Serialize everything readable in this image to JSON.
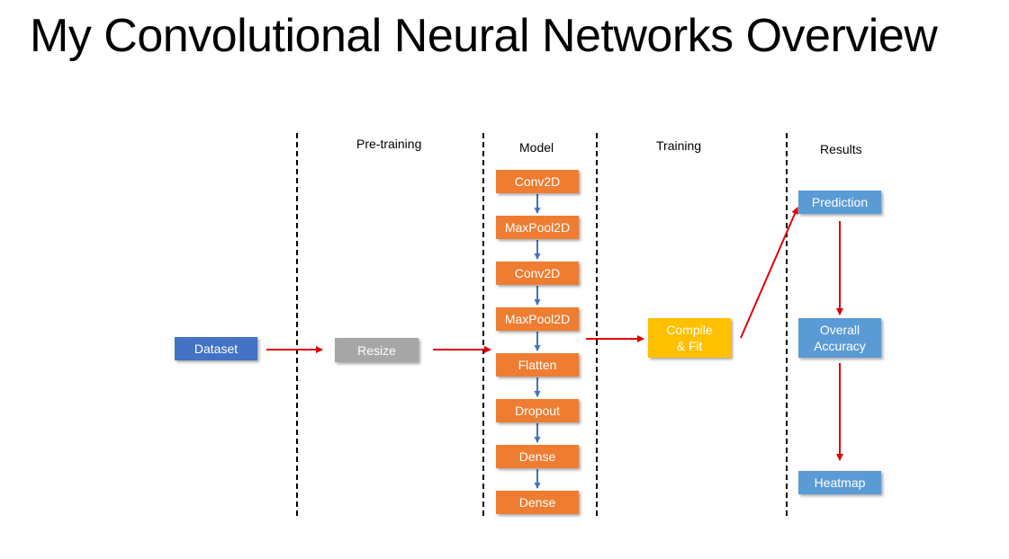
{
  "title": "My Convolutional Neural Networks Overview",
  "columns": {
    "pretraining": "Pre-training",
    "model": "Model",
    "training": "Training",
    "results": "Results"
  },
  "nodes": {
    "dataset": "Dataset",
    "resize": "Resize",
    "model_layers": [
      "Conv2D",
      "MaxPool2D",
      "Conv2D",
      "MaxPool2D",
      "Flatten",
      "Dropout",
      "Dense",
      "Dense"
    ],
    "compile_fit": "Compile & Fit",
    "prediction": "Prediction",
    "overall_accuracy": "Overall Accuracy",
    "heatmap": "Heatmap"
  },
  "colors": {
    "layer": "#ee7d31",
    "dataset": "#4472c4",
    "result": "#5b9bd5",
    "resize": "#a6a6a6",
    "compile": "#ffc000",
    "flow_arrow": "#e00000",
    "layer_arrow": "#4472c4"
  }
}
